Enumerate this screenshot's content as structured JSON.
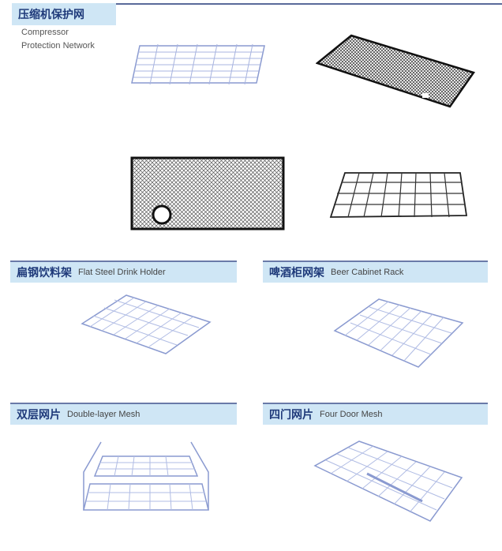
{
  "sections": [
    {
      "cn": "压缩机保护网",
      "en_line1": "Compressor",
      "en_line2": "Protection Network"
    },
    {
      "cn": "扁钢饮料架",
      "en": "Flat Steel Drink Holder"
    },
    {
      "cn": "啤酒柜网架",
      "en": "Beer Cabinet Rack"
    },
    {
      "cn": "双层网片",
      "en": "Double-layer Mesh"
    },
    {
      "cn": "四门网片",
      "en": "Four Door Mesh"
    }
  ]
}
